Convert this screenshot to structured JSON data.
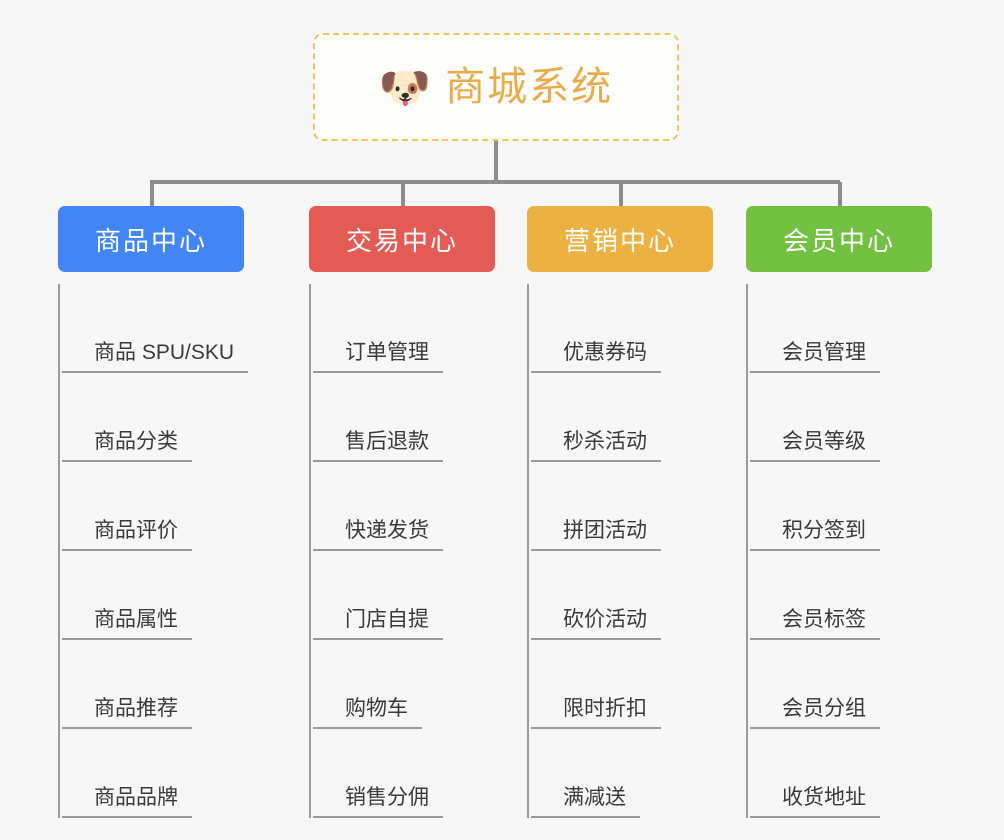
{
  "background_color": "#f7f7f7",
  "root": {
    "icon": "dog-face-icon",
    "icon_glyph": "🐶",
    "title": "商城系统",
    "title_color": "#e8ad4a",
    "border_color": "#f2c55c"
  },
  "connector_color": "#8c8c8c",
  "columns": [
    {
      "id": "product-center",
      "title": "商品中心",
      "color": "#4285F4",
      "items": [
        "商品 SPU/SKU",
        "商品分类",
        "商品评价",
        "商品属性",
        "商品推荐",
        "商品品牌"
      ]
    },
    {
      "id": "trade-center",
      "title": "交易中心",
      "color": "#E35B54",
      "items": [
        "订单管理",
        "售后退款",
        "快递发货",
        "门店自提",
        "购物车",
        "销售分佣"
      ]
    },
    {
      "id": "marketing-center",
      "title": "营销中心",
      "color": "#EDB142",
      "items": [
        "优惠券码",
        "秒杀活动",
        "拼团活动",
        "砍价活动",
        "限时折扣",
        "满减送"
      ]
    },
    {
      "id": "member-center",
      "title": "会员中心",
      "color": "#73C141",
      "items": [
        "会员管理",
        "会员等级",
        "积分签到",
        "会员标签",
        "会员分组",
        "收货地址"
      ]
    }
  ]
}
